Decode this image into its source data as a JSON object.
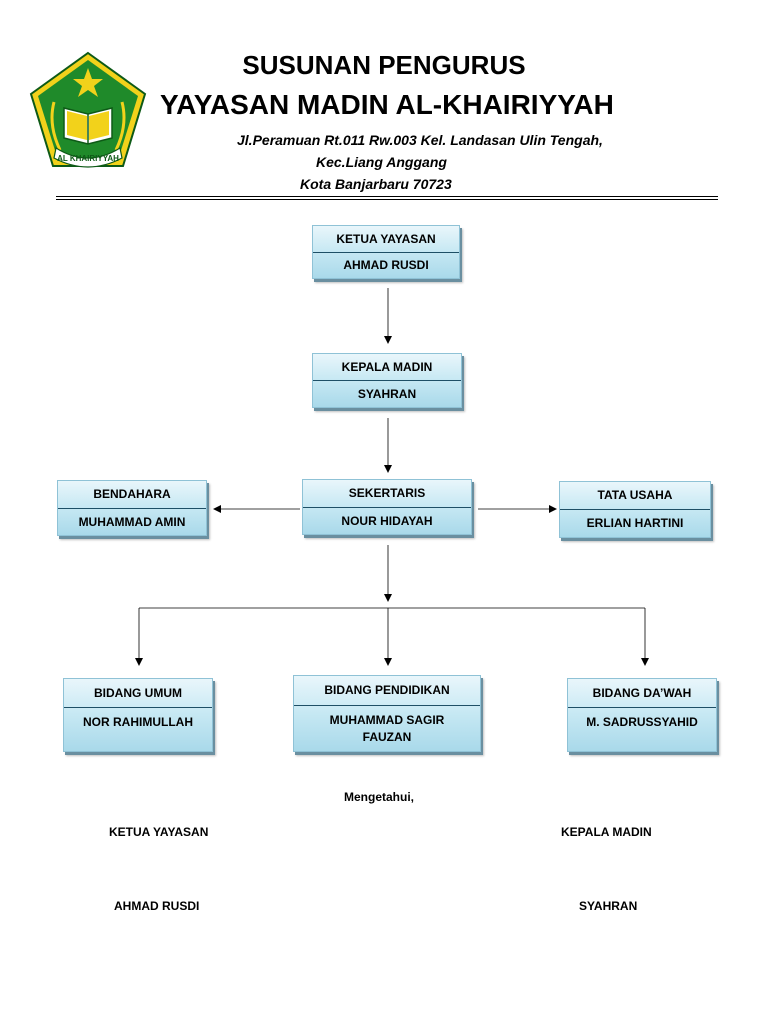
{
  "header": {
    "title_line1": "SUSUNAN PENGURUS",
    "title_line2": "YAYASAN MADIN AL-KHAIRIYYAH",
    "address_line1": "Jl.Peramuan Rt.011 Rw.003 Kel. Landasan Ulin Tengah,",
    "address_line2": "Kec.Liang Anggang",
    "address_line3": "Kota Banjarbaru 70723",
    "logo_text": "AL KHAIRIYYAH"
  },
  "org": {
    "ketua": {
      "role": "KETUA YAYASAN",
      "name": "AHMAD RUSDI"
    },
    "kepala": {
      "role": "KEPALA MADIN",
      "name": "SYAHRAN"
    },
    "sekertaris": {
      "role": "SEKERTARIS",
      "name": "NOUR HIDAYAH"
    },
    "bendahara": {
      "role": "BENDAHARA",
      "name": "MUHAMMAD AMIN"
    },
    "tata_usaha": {
      "role": "TATA USAHA",
      "name": "ERLIAN HARTINI"
    },
    "bidang_umum": {
      "role": "BIDANG UMUM",
      "name": "NOR RAHIMULLAH"
    },
    "bidang_pendidikan": {
      "role": "BIDANG PENDIDIKAN",
      "name": "MUHAMMAD SAGIR FAUZAN"
    },
    "bidang_dawah": {
      "role": "BIDANG DA’WAH",
      "name": "M. SADRUSSYAHID"
    }
  },
  "signature": {
    "heading": "Mengetahui,",
    "left_role": "KETUA YAYASAN",
    "left_name": "AHMAD RUSDI",
    "right_role": "KEPALA MADIN",
    "right_name": "SYAHRAN"
  },
  "colors": {
    "box_fill": "#c6e8f3",
    "logo_green": "#1f8a2a",
    "logo_yellow": "#f2d21b"
  }
}
